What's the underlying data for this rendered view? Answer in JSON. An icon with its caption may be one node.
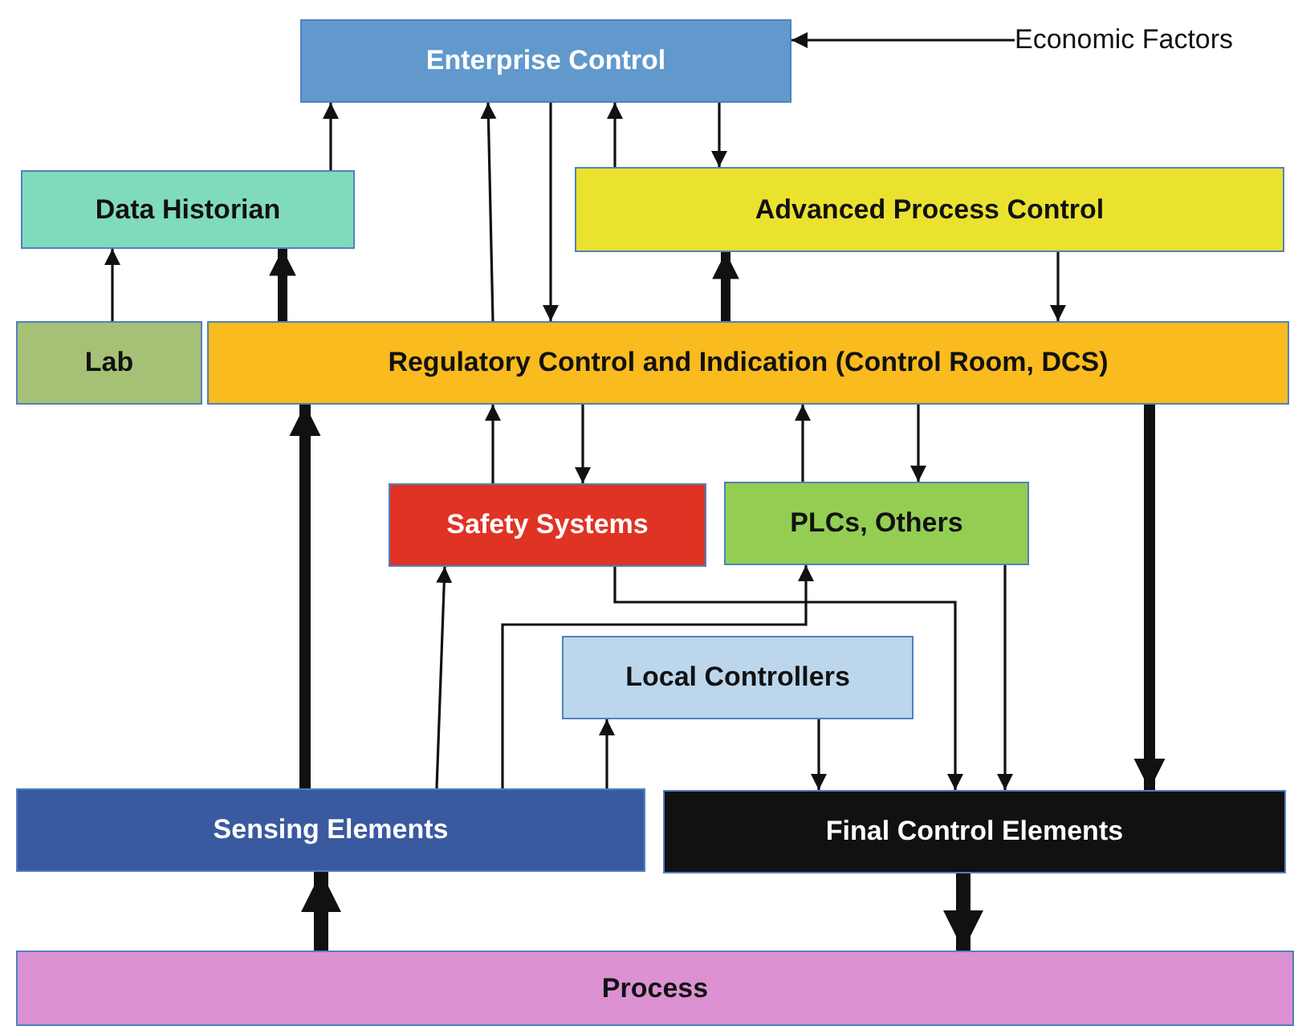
{
  "diagram": {
    "nodes": [
      {
        "text": [
          "Enterprise Control"
        ]
      },
      {
        "text": [
          "Economic Factors"
        ]
      },
      {
        "text": [
          "Data Historian"
        ]
      },
      {
        "text": [
          "Advanced Process Control"
        ]
      },
      {
        "text": [
          "Lab"
        ]
      },
      {
        "text": [
          "Regulatory Control and Indication (Control Room, DCS)"
        ]
      },
      {
        "text": [
          "Safety Systems"
        ]
      },
      {
        "text": [
          "PLCs, Others"
        ]
      },
      {
        "text": [
          "Local Controllers"
        ]
      },
      {
        "text": [
          "Sensing Elements"
        ]
      },
      {
        "text": [
          "Final Control Elements"
        ]
      },
      {
        "text": [
          "Process"
        ]
      }
    ],
    "edges": [
      {
        "from": 1,
        "to": 0,
        "arrow": "to"
      },
      {
        "from": 2,
        "to": 0,
        "arrow": "to"
      },
      {
        "from": 5,
        "to": 0,
        "arrow": "to"
      },
      {
        "from": 0,
        "to": 5,
        "arrow": "to"
      },
      {
        "from": 3,
        "to": 0,
        "arrow": "to"
      },
      {
        "from": 0,
        "to": 3,
        "arrow": "to"
      },
      {
        "from": 4,
        "to": 2,
        "arrow": "to"
      },
      {
        "from": 5,
        "to": 2,
        "arrow": "to",
        "style": "thick"
      },
      {
        "from": 5,
        "to": 3,
        "arrow": "to",
        "style": "thick"
      },
      {
        "from": 3,
        "to": 5,
        "arrow": "to"
      },
      {
        "from": 9,
        "to": 5,
        "arrow": "to",
        "style": "thick"
      },
      {
        "from": 5,
        "to": 10,
        "arrow": "to",
        "style": "thick"
      },
      {
        "from": 6,
        "to": 5,
        "arrow": "to"
      },
      {
        "from": 5,
        "to": 6,
        "arrow": "to"
      },
      {
        "from": 7,
        "to": 5,
        "arrow": "to"
      },
      {
        "from": 5,
        "to": 7,
        "arrow": "to"
      },
      {
        "from": 9,
        "to": 6,
        "arrow": "to"
      },
      {
        "from": 9,
        "to": 7,
        "arrow": "to"
      },
      {
        "from": 9,
        "to": 8,
        "arrow": "to"
      },
      {
        "from": 8,
        "to": 10,
        "arrow": "to"
      },
      {
        "from": 6,
        "to": 10,
        "arrow": "to"
      },
      {
        "from": 7,
        "to": 10,
        "arrow": "to"
      },
      {
        "from": 10,
        "to": 11,
        "arrow": "to",
        "style": "thick"
      },
      {
        "from": 11,
        "to": 9,
        "arrow": "to",
        "style": "thick"
      }
    ]
  }
}
